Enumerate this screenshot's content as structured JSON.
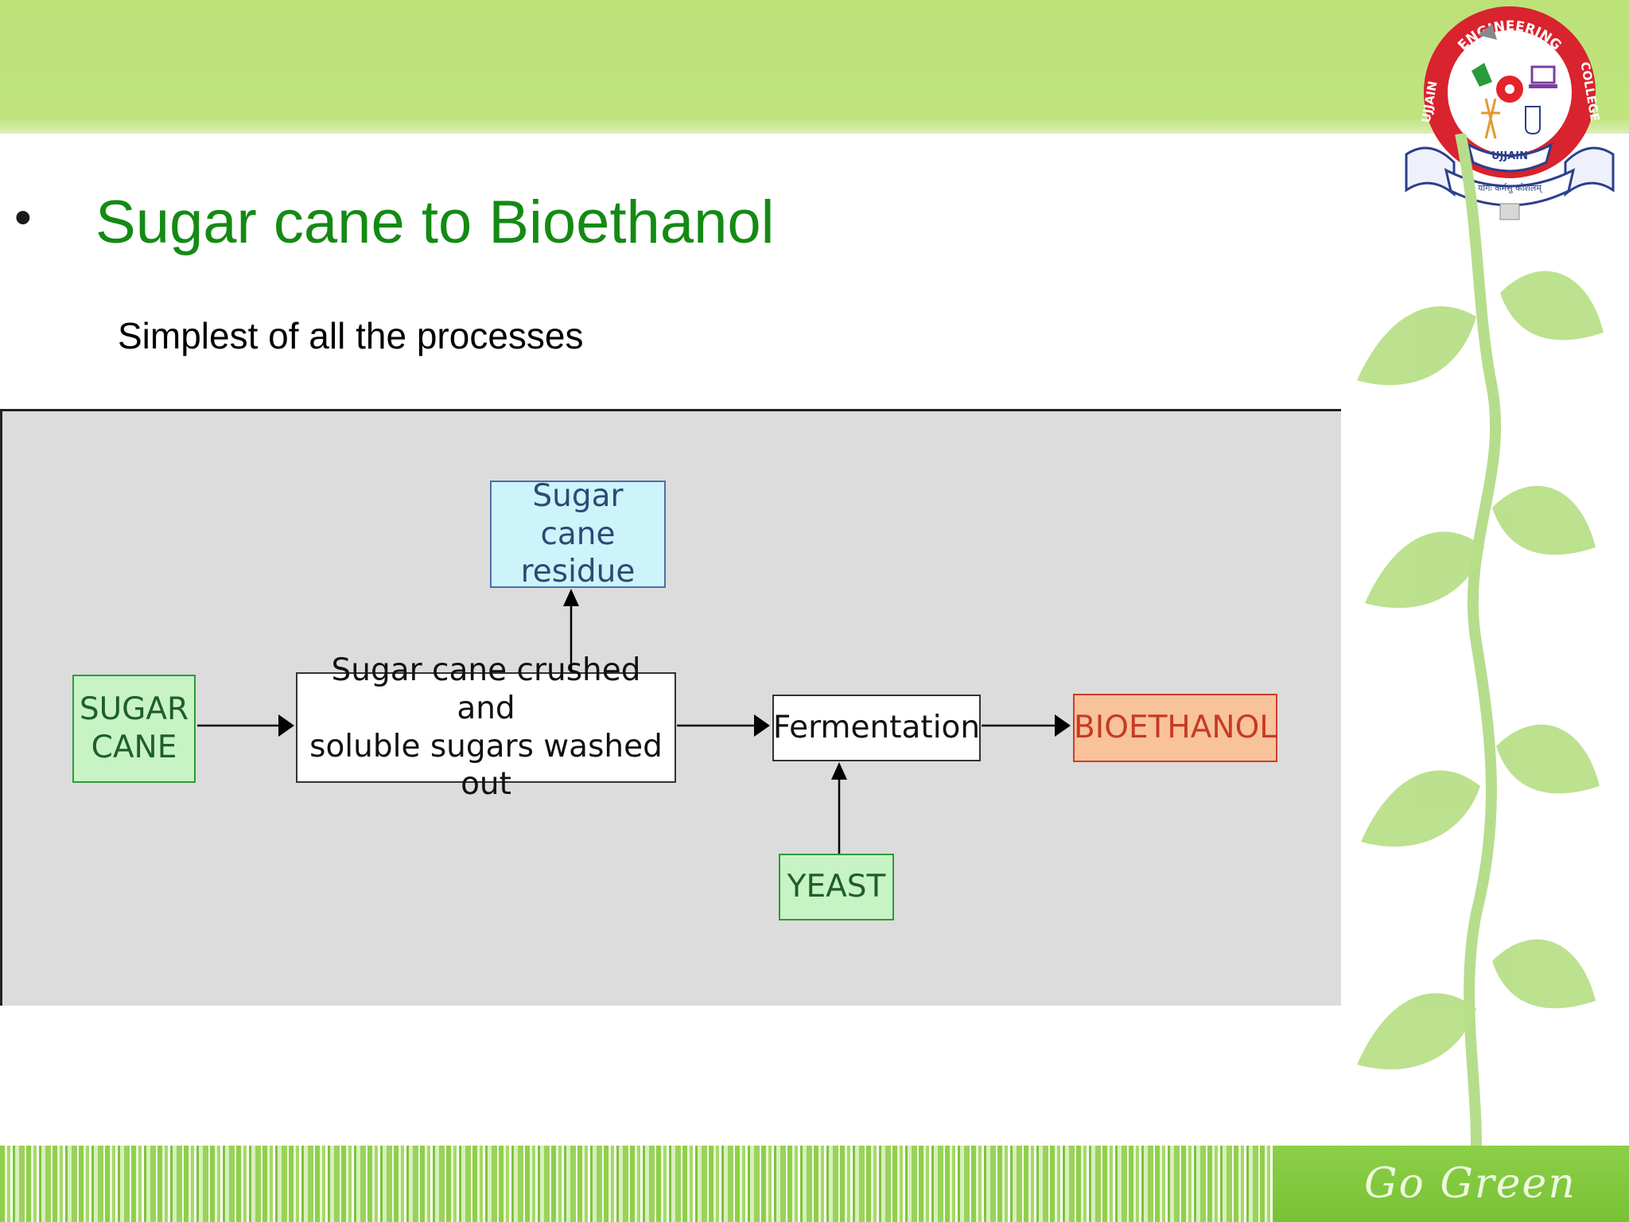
{
  "slide": {
    "bullet": "•",
    "title": "Sugar cane to Bioethanol",
    "subtitle": "Simplest of all the processes"
  },
  "logo": {
    "top_text": "ENGINEERING",
    "left_text": "UJJAIN",
    "right_text": "COLLEGE",
    "banner_text": "UJJAIN",
    "motto": "योगः कर्मसु कौशलम्"
  },
  "diagram": {
    "nodes": {
      "sugar_cane_residue": "Sugar cane\nresidue",
      "sugar_cane": "SUGAR\nCANE",
      "crushed": "Sugar cane crushed and\nsoluble sugars washed out",
      "fermentation": "Fermentation",
      "bioethanol": "BIOETHANOL",
      "yeast": "YEAST"
    },
    "edges": [
      {
        "from": "sugar_cane",
        "to": "crushed"
      },
      {
        "from": "crushed",
        "to": "sugar_cane_residue"
      },
      {
        "from": "crushed",
        "to": "fermentation"
      },
      {
        "from": "yeast",
        "to": "fermentation"
      },
      {
        "from": "fermentation",
        "to": "bioethanol"
      }
    ],
    "colors": {
      "green_box": "#c7f3c5",
      "blue_box": "#cdf3fb",
      "orange_box": "#f8c39a",
      "panel": "#dcdcdc"
    }
  },
  "footer": {
    "tagline": "Go Green"
  }
}
